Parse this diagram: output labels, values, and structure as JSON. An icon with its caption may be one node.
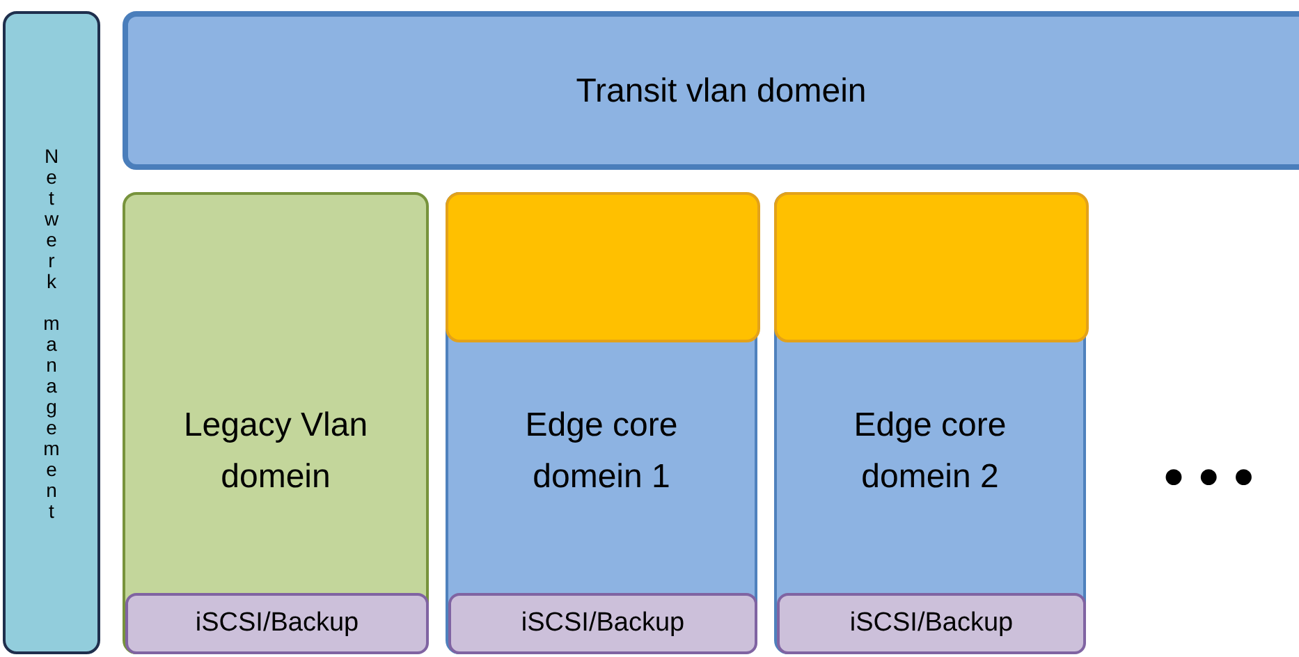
{
  "diagram": {
    "nodes": [
      {
        "text": [
          "Netwerk management"
        ]
      },
      {
        "text": [
          "Transit vlan domein"
        ]
      },
      {
        "text": [
          "Legacy Vlan domein"
        ]
      },
      {
        "text": [
          "iSCSI/Backup"
        ],
        "in": 2
      },
      {
        "text": [
          "Edge core domein 1"
        ]
      },
      {
        "text": [],
        "shape": "box",
        "in": 4
      },
      {
        "text": [
          "iSCSI/Backup"
        ],
        "in": 4
      },
      {
        "text": [
          "Edge core domein 2"
        ]
      },
      {
        "text": [],
        "shape": "box",
        "in": 7
      },
      {
        "text": [
          "iSCSI/Backup"
        ],
        "in": 7
      }
    ],
    "labels": [
      "• • •"
    ]
  }
}
